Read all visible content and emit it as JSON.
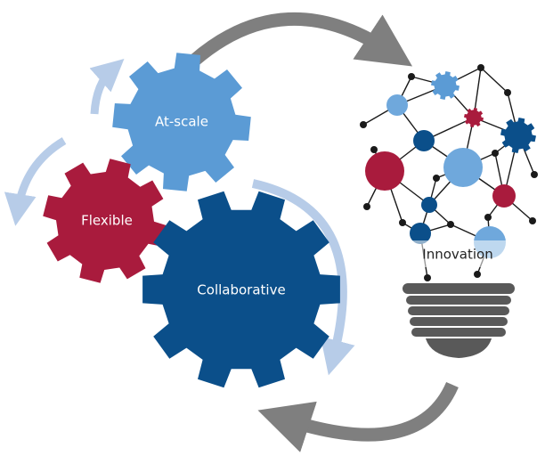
{
  "labels": {
    "at_scale": "At-scale",
    "flexible": "Flexible",
    "collaborative": "Collaborative",
    "innovation": "Innovation"
  },
  "colors": {
    "gear_light_blue": "#5b9bd5",
    "gear_crimson": "#a91b3d",
    "gear_dark_blue": "#0b4f8a",
    "arrow_gray": "#7f7f7f",
    "arrow_light_blue": "#b7cce8",
    "node_line": "#1a1a1a",
    "bulb_base": "#595959"
  },
  "icons": {
    "gear": "gear-icon",
    "arrow": "curved-arrow-icon",
    "bulb": "lightbulb-icon",
    "network": "network-icon"
  }
}
